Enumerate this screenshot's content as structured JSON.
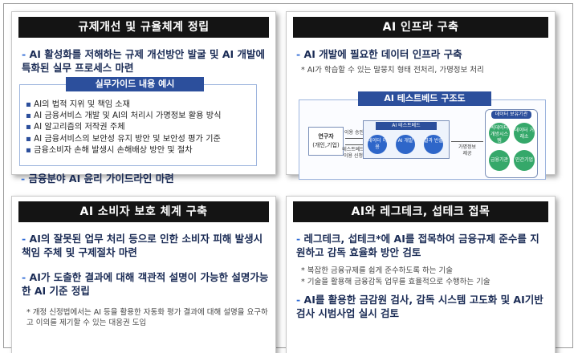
{
  "regulation": {
    "title": "규제개선 및 규율체계 정립",
    "bullet1_mark": "- ",
    "bullet1": "AI 활성화를 저해하는 규제 개선방안 발굴 및 AI 개발에 특화된 실무 프로세스 마련",
    "guide_title": "실무가이드 내용 예시",
    "guide_items": [
      "AI의 법적 지위 및 책임 소재",
      "AI 금융서비스 개발 및 AI의 처리시 가명정보 활용 방식",
      "AI 알고리즘의 저작권 주체",
      "AI 금융서비스의 보안성 유지 방안 및 보안성 평가 기준",
      "금융소비자 손해 발생시 손해배상 방안 및 절차"
    ],
    "bullet2_mark": "- ",
    "bullet2": "금융분야 AI 윤리 가이드라인 마련"
  },
  "infra": {
    "title": "AI 인프라 구축",
    "bullet1_mark": "- ",
    "bullet1": "AI 개발에 필요한 데이터 인프라 구축",
    "note1": "* AI가 학습할 수 있는 말뭉치 형태 전처리, 가명정보 처리",
    "testbed_title": "AI 테스트베드 구조도",
    "diagram": {
      "user_label1": "연구자",
      "user_label2": "(개인,기업)",
      "arrow_top": "이용 승인",
      "arrow_bottom1": "테스트베드",
      "arrow_bottom2": "이용 신청",
      "inner_title": "AI 테스트베드",
      "circles": [
        "데이터 이용",
        "AI 개발",
        "결과 반출"
      ],
      "side_label1": "가명정보",
      "side_label2": "제공",
      "holder_title": "데이터 보유기관",
      "holders": [
        "빅데이터 개방시스템",
        "데이터 거래소",
        "금융기관",
        "민간기업"
      ]
    }
  },
  "consumer": {
    "title": "AI 소비자 보호 체계 구축",
    "bullet1_mark": "- ",
    "bullet1": "AI의 잘못된 업무 처리 등으로 인한 소비자 피해 발생시 책임 주체 및 구제절차 마련",
    "bullet2_mark": "- ",
    "bullet2": "AI가 도출한 결과에 대해 객관적 설명이 가능한 설명가능한 AI 기준 정립",
    "note1": "* 개정 신정법에서는 AI 등을 활용한 자동화 평가 결과에 대해 설명을 요구하고 이의를 제기할 수 있는 대응권 도입"
  },
  "regtech": {
    "title": "AI와 레그테크, 섭테크 접목",
    "bullet1_mark": "- ",
    "bullet1": "레그테크, 섭테크*에 AI를 접목하여 금융규제 준수를 지원하고 감독 효율화 방안 검토",
    "note1": "* 복잡한 금융규제를 쉽게 준수하도록 하는 기술",
    "note2": "* 기술을 활용해 금융감독 업무를 효율적으로 수행하는 기술",
    "bullet2_mark": "- ",
    "bullet2": "AI를 활용한 금감원 검사, 감독 시스템 고도화 및 AI기반 검사 시범사업 실시 검토"
  }
}
